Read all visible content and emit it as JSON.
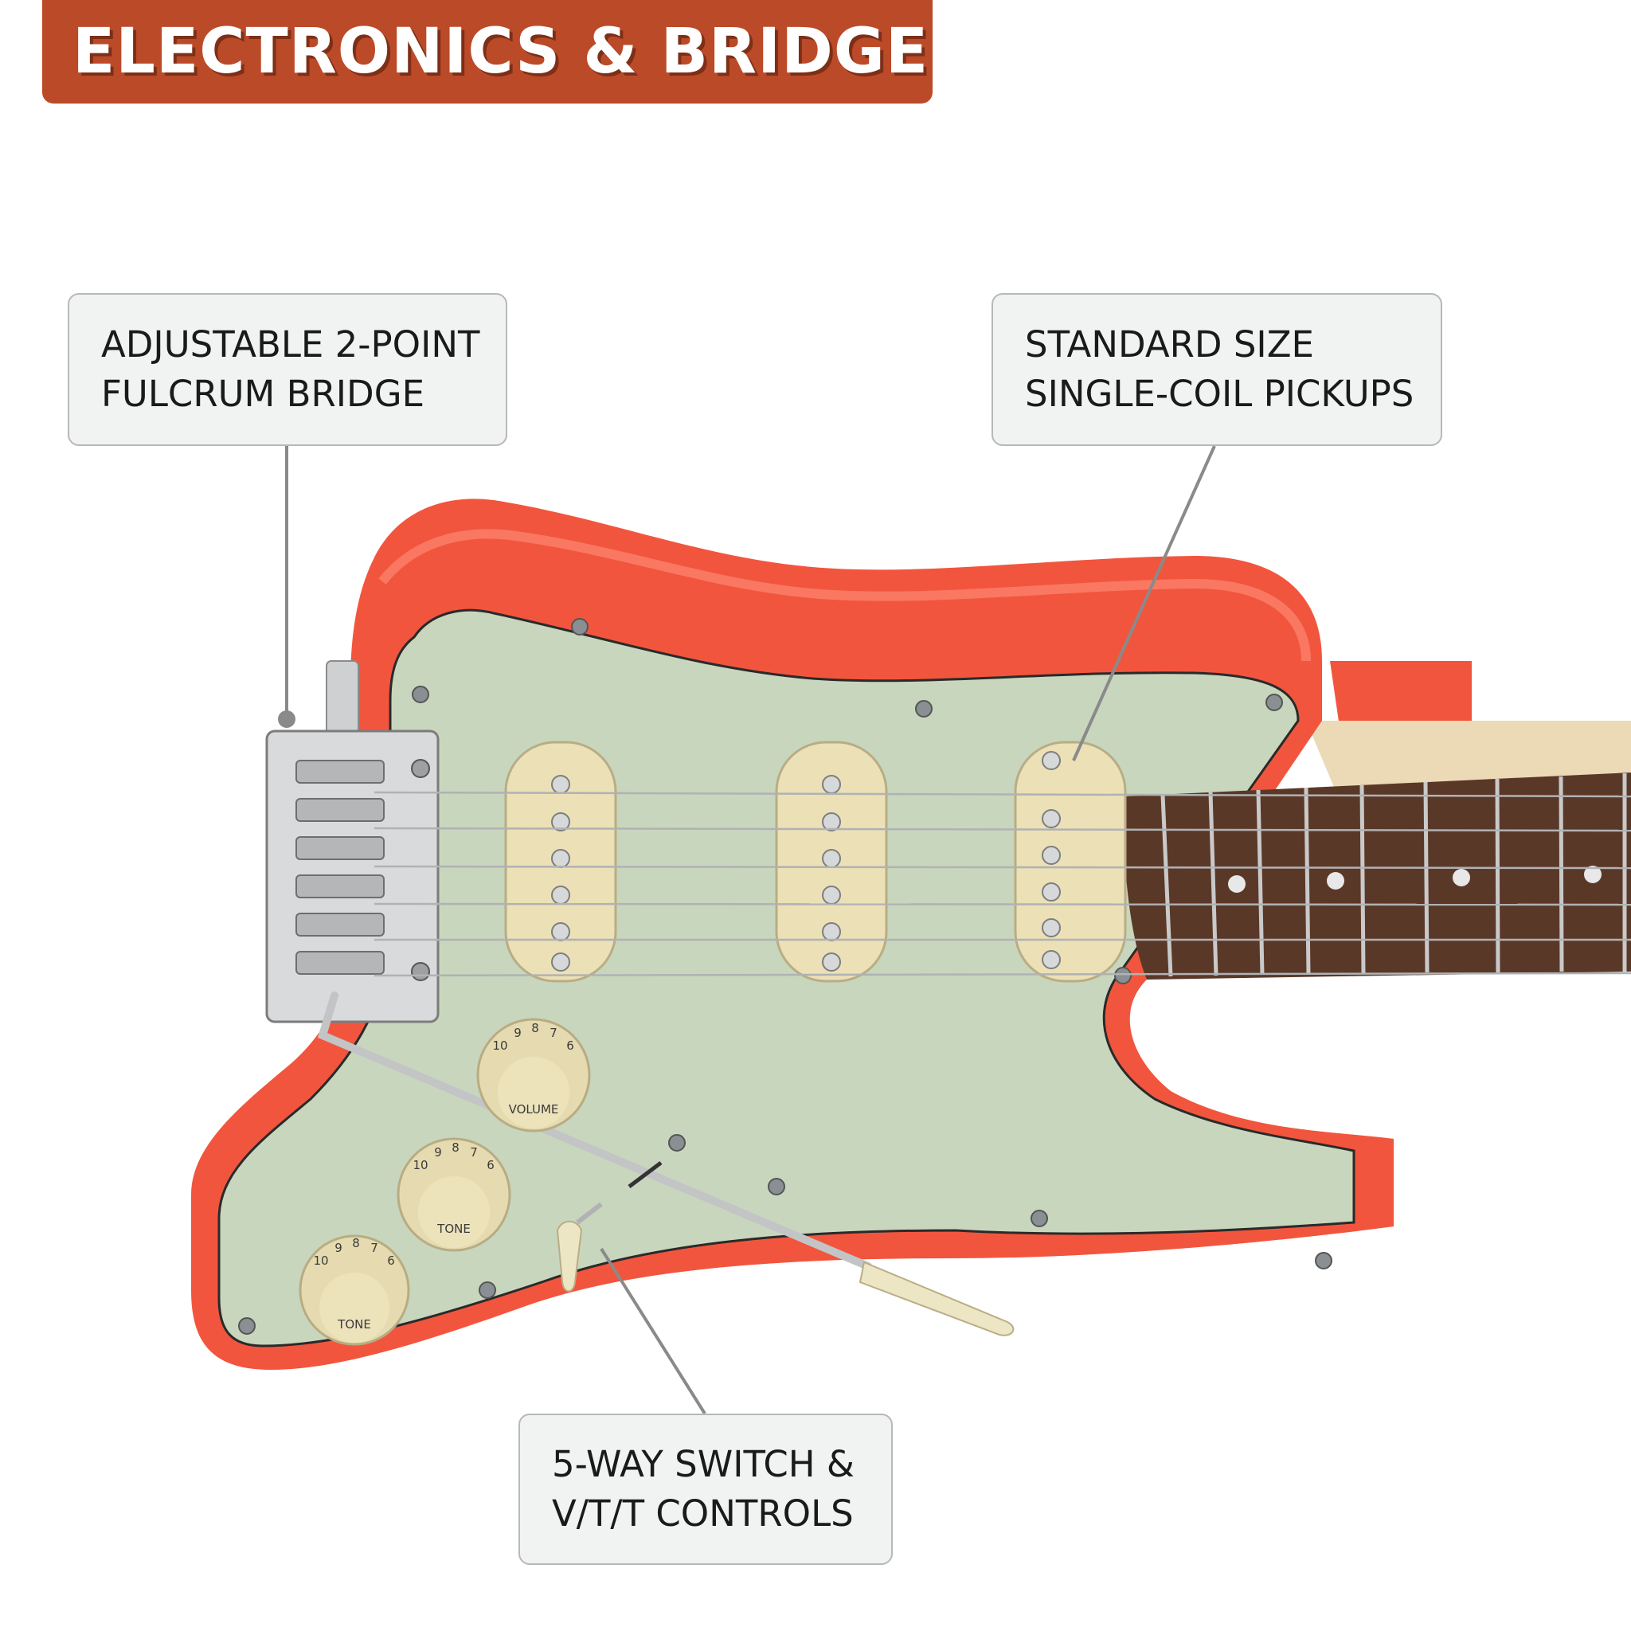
{
  "header": {
    "title": "ELECTRONICS & BRIDGE"
  },
  "callouts": {
    "bridge": {
      "line1": "ADJUSTABLE 2-POINT",
      "line2": "FULCRUM BRIDGE"
    },
    "pickups": {
      "line1": "STANDARD SIZE",
      "line2": "SINGLE-COIL PICKUPS"
    },
    "controls": {
      "line1": "5-WAY SWITCH &",
      "line2": "V/T/T CONTROLS"
    }
  },
  "knobs": {
    "volume_label": "VOLUME",
    "tone1_label": "TONE",
    "tone2_label": "TONE",
    "scale_a": "10",
    "scale_b": "9",
    "scale_c": "8",
    "scale_d": "7",
    "scale_e": "6"
  },
  "colors": {
    "banner": "#bb4a28",
    "body": "#f2553d",
    "pickguard": "#c8d6bd",
    "pickup": "#ece0b6",
    "fretboard": "#5a3828",
    "chrome": "#d9dadc"
  }
}
